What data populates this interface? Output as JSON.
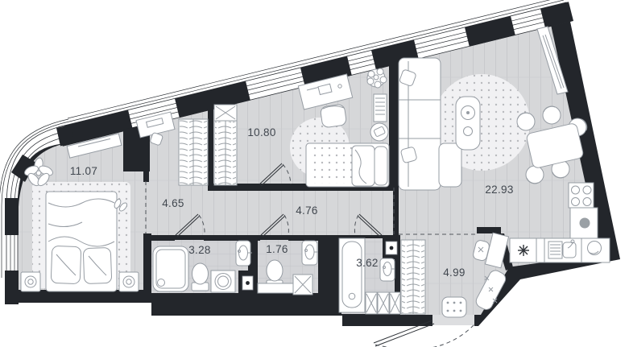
{
  "plan": {
    "type": "apartment-floor-plan",
    "rooms": [
      {
        "name": "bedroom",
        "area": "11.07"
      },
      {
        "name": "hallway",
        "area": "4.65"
      },
      {
        "name": "bedroom-2",
        "area": "10.80"
      },
      {
        "name": "corridor",
        "area": "4.76"
      },
      {
        "name": "living-kitchen",
        "area": "22.93"
      },
      {
        "name": "shower-room",
        "area": "3.28"
      },
      {
        "name": "wc",
        "area": "1.76"
      },
      {
        "name": "bathroom",
        "area": "3.62"
      },
      {
        "name": "entry-hall",
        "area": "4.99"
      }
    ],
    "icons": [
      "fridge-snowflake-icon",
      "lamp-icon",
      "plant-icon",
      "stove-burners-icon",
      "washing-machine-icon"
    ],
    "colors": {
      "wall": "#23262b",
      "floor": "#d6d7d9",
      "tile": "#d3d4d7",
      "rug": "#f2f2f4",
      "label": "#41474f",
      "background": "#ffffff"
    }
  }
}
